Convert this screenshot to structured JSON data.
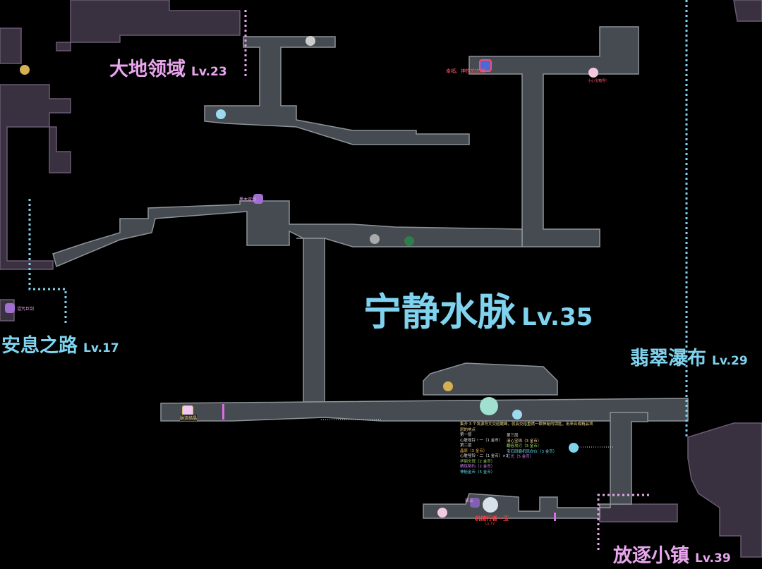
{
  "regions": [
    {
      "name": "大地领域",
      "level": "Lv.23"
    },
    {
      "name": "宁静水脉",
      "level": "Lv.35"
    },
    {
      "name": "安息之路",
      "level": "Lv.17"
    },
    {
      "name": "翡翠瀑布",
      "level": "Lv.29"
    },
    {
      "name": "放逐小镇",
      "level": "Lv.39"
    }
  ],
  "markers": {
    "blessing": "幸福、神性的左眼",
    "careful": "小心宝箱怪!",
    "blackwood": "黑木双剑",
    "cursed_sword": "诅咒巨剑",
    "vein_crystal": "脉流结晶",
    "boss_name": "机械行者・玉",
    "boss_level": "Lv.72",
    "boss_tag": "邪玉"
  },
  "info": {
    "intro": "集齐 3 个发源符文交给蟾蛛，就会交给重燃一颗神秘的钥匙，用来合成精品项",
    "header": "层的地点",
    "tier1": "第一层",
    "tier1_items": [
      "心脏哑铃・一（1 金币）"
    ],
    "tier2": "第二层",
    "tier2_items": [
      "晶原（3 金币）",
      "心脏哑铃・二（1 金币）×3",
      "华丽头冠（2 金币）",
      "精炼契约（2 金币）",
      "神秘金币（5 金币）"
    ],
    "tier3": "第三层",
    "tier3_items": [
      "清心宝珠（3 金币）",
      "翻倍攻刃（3 金币）",
      "宝石研磨机风向仪（3 金币）",
      "红光（5 金币）"
    ]
  },
  "colors": {
    "corridor": "#454b50",
    "pink": "#e9a6ee",
    "cyan": "#7fd3ef",
    "boss": "#ff3b3b"
  }
}
